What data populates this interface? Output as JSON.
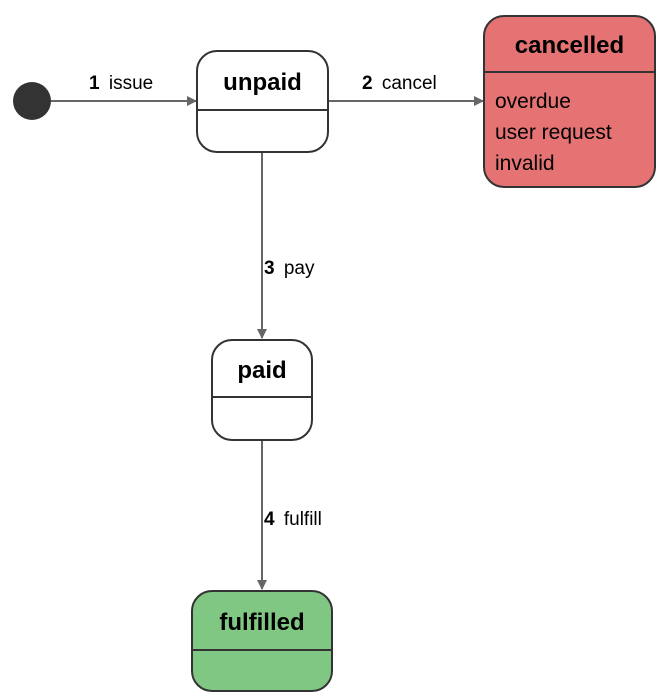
{
  "colors": {
    "line": "#666666",
    "border": "#333333",
    "initial_dot": "#333333",
    "default_fill": "#ffffff",
    "cancelled_fill": "#e57373",
    "fulfilled_fill": "#81c784"
  },
  "states": {
    "unpaid": {
      "title": "unpaid",
      "body": []
    },
    "cancelled": {
      "title": "cancelled",
      "body": [
        "overdue",
        "user request",
        "invalid"
      ]
    },
    "paid": {
      "title": "paid",
      "body": []
    },
    "fulfilled": {
      "title": "fulfilled",
      "body": []
    }
  },
  "transitions": {
    "issue": {
      "number": "1",
      "label": "issue"
    },
    "cancel": {
      "number": "2",
      "label": "cancel"
    },
    "pay": {
      "number": "3",
      "label": "pay"
    },
    "fulfill": {
      "number": "4",
      "label": "fulfill"
    }
  }
}
